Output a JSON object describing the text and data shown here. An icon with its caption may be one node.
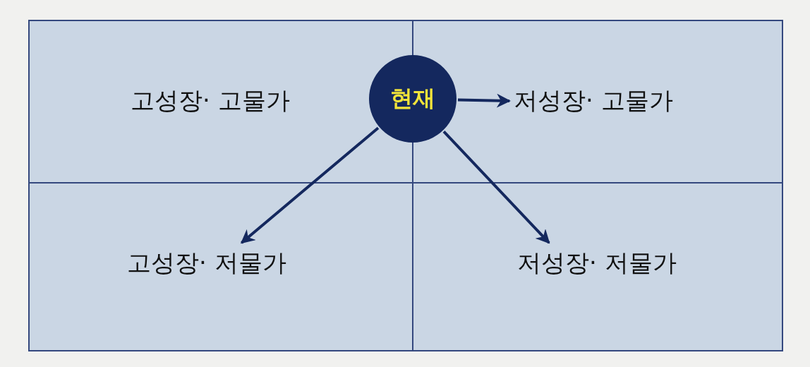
{
  "diagram": {
    "nodes": [
      {
        "text": [
          "고성장· 고물가"
        ]
      },
      {
        "text": [
          "현재"
        ]
      },
      {
        "text": [
          "저성장· 고물가"
        ]
      },
      {
        "text": [
          "고성장· 저물가"
        ]
      },
      {
        "text": [
          "저성장· 저물가"
        ]
      }
    ],
    "edges": [
      {
        "from": 1,
        "to": 2,
        "arrow": "to"
      },
      {
        "from": 1,
        "to": 3,
        "arrow": "to"
      },
      {
        "from": 1,
        "to": 4,
        "arrow": "to"
      }
    ]
  }
}
